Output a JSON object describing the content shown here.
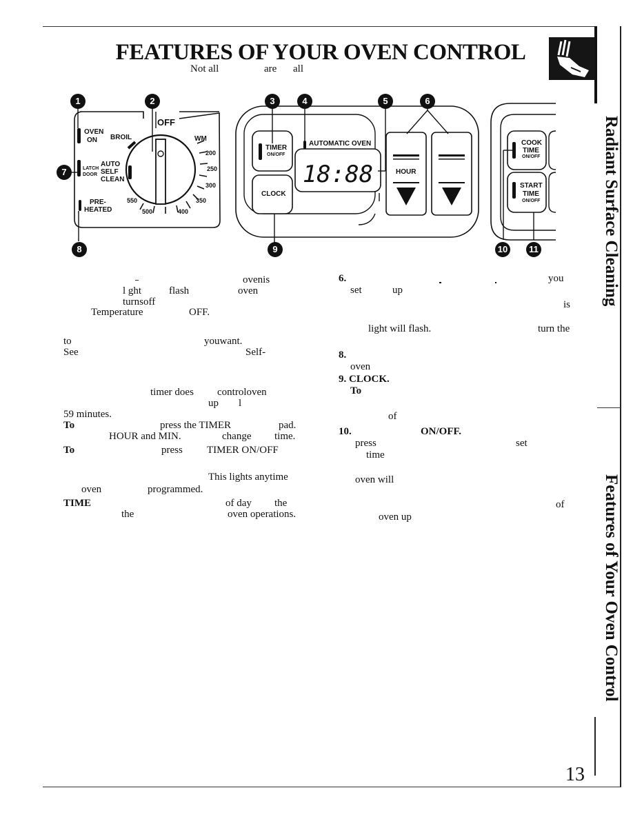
{
  "page": {
    "title": "FEATURES OF YOUR OVEN CONTROL",
    "subtitle_fragments": [
      "Not all",
      "are",
      "all"
    ],
    "page_number": "13",
    "side_tabs": [
      "Radiant Surface Cleaning",
      "Features of Your Oven Control"
    ]
  },
  "diagram": {
    "callouts": [
      "1",
      "2",
      "3",
      "4",
      "5",
      "6",
      "7",
      "8",
      "9",
      "10",
      "11"
    ],
    "dial": {
      "off_label": "OFF",
      "wm_label": "WM",
      "broil_label": "BROIL",
      "temperatures": [
        "200",
        "250",
        "300",
        "350",
        "400",
        "500",
        "550"
      ]
    },
    "lights": {
      "oven_on": [
        "OVEN",
        "ON"
      ],
      "auto_self_clean": [
        "AUTO",
        "SELF",
        "CLEAN"
      ],
      "latch_door": [
        "LATCH",
        "DOOR"
      ],
      "preheated": [
        "PRE-",
        "HEATED"
      ]
    },
    "timer_button": [
      "TIMER",
      "ON/OFF"
    ],
    "automatic_oven_label": "AUTOMATIC OVEN",
    "display_digits": "18:88",
    "clock_button": "CLOCK",
    "hour_button": "HOUR",
    "cook_time_button": [
      "COOK",
      "TIME",
      "ON/OFF"
    ],
    "start_time_button": [
      "START",
      "TIME",
      "ON/OFF"
    ]
  },
  "left_column": [
    "ovenis",
    "l ght",
    "flash",
    "oven",
    "turnsoff",
    "Temperature",
    "OFF.",
    "to",
    "youwant.",
    "See",
    "Self-",
    "timer does",
    "controloven",
    "up",
    "l",
    "59 minutes.",
    "To",
    "press the TIMER",
    "pad.",
    "HOUR and MIN.",
    "change",
    "time.",
    "To",
    "press",
    "TIMER ON/OFF",
    "This lights anytime",
    "oven",
    "programmed.",
    "TIME",
    "of day",
    "the",
    "the",
    "oven operations."
  ],
  "right_column": [
    "6.",
    "you",
    "set",
    "up",
    "is",
    "light will flash.",
    "turn the",
    "8.",
    "oven",
    "9. CLOCK.",
    "To",
    "of",
    "10.",
    "ON/OFF.",
    "press",
    "set",
    "time",
    "oven will",
    "of",
    "oven up"
  ]
}
